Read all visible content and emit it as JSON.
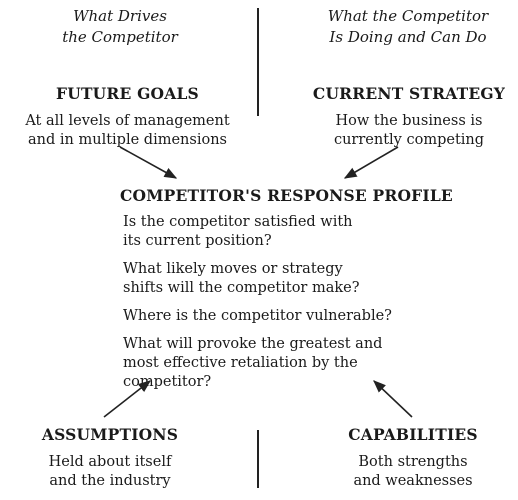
{
  "header_left": {
    "line1": "What Drives",
    "line2": "the Competitor"
  },
  "header_right": {
    "line1": "What the Competitor",
    "line2": "Is Doing and Can Do"
  },
  "future_goals": {
    "title": "FUTURE GOALS",
    "line1": "At all levels of management",
    "line2": "and in multiple dimensions"
  },
  "current_strategy": {
    "title": "CURRENT STRATEGY",
    "line1": "How the business is",
    "line2": "currently competing"
  },
  "profile": {
    "title": "COMPETITOR'S RESPONSE PROFILE",
    "q1": {
      "line1": "Is the competitor satisfied with",
      "line2": "its current position?"
    },
    "q2": {
      "line1": "What likely moves or strategy",
      "line2": "shifts will the competitor make?"
    },
    "q3": {
      "line1": "Where is the competitor vulnerable?"
    },
    "q4": {
      "line1": "What will provoke the greatest and",
      "line2": "most effective retaliation by the",
      "line3": "competitor?"
    }
  },
  "assumptions": {
    "title": "ASSUMPTIONS",
    "line1": "Held about itself",
    "line2": "and the industry"
  },
  "capabilities": {
    "title": "CAPABILITIES",
    "line1": "Both strengths",
    "line2": "and weaknesses"
  }
}
